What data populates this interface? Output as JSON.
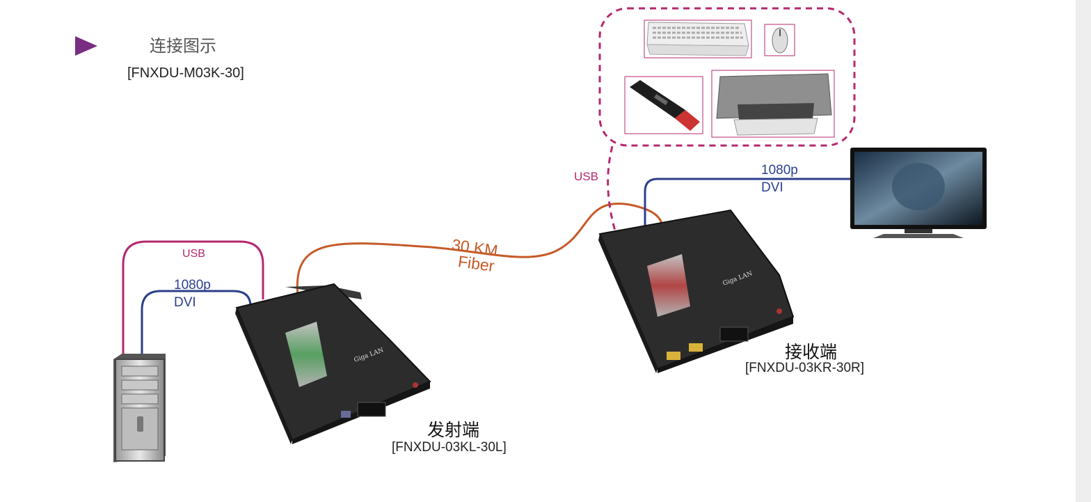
{
  "header": {
    "title": "连接图示",
    "model": "[FNXDU-M03K-30]"
  },
  "links": {
    "usb_left": "USB",
    "video_left_res": "1080p",
    "video_left_iface": "DVI",
    "fiber_distance": "30 KM",
    "fiber_type": "Fiber",
    "usb_right": "USB",
    "video_right_res": "1080p",
    "video_right_iface": "DVI"
  },
  "devices": {
    "transmitter_name": "发射端",
    "transmitter_model": "[FNXDU-03KL-30L]",
    "receiver_name": "接收端",
    "receiver_model": "[FNXDU-03KR-30R]"
  },
  "colors": {
    "accent_arrow": "#7b2d84",
    "usb": "#b5286f",
    "dvi": "#2b3f8c",
    "fiber": "#c55a28",
    "device_body": "#2a2a2a"
  },
  "icons": [
    "play-arrow-icon",
    "pc-tower-icon",
    "keyboard-icon",
    "mouse-icon",
    "usb-drive-icon",
    "printer-icon",
    "monitor-icon"
  ]
}
